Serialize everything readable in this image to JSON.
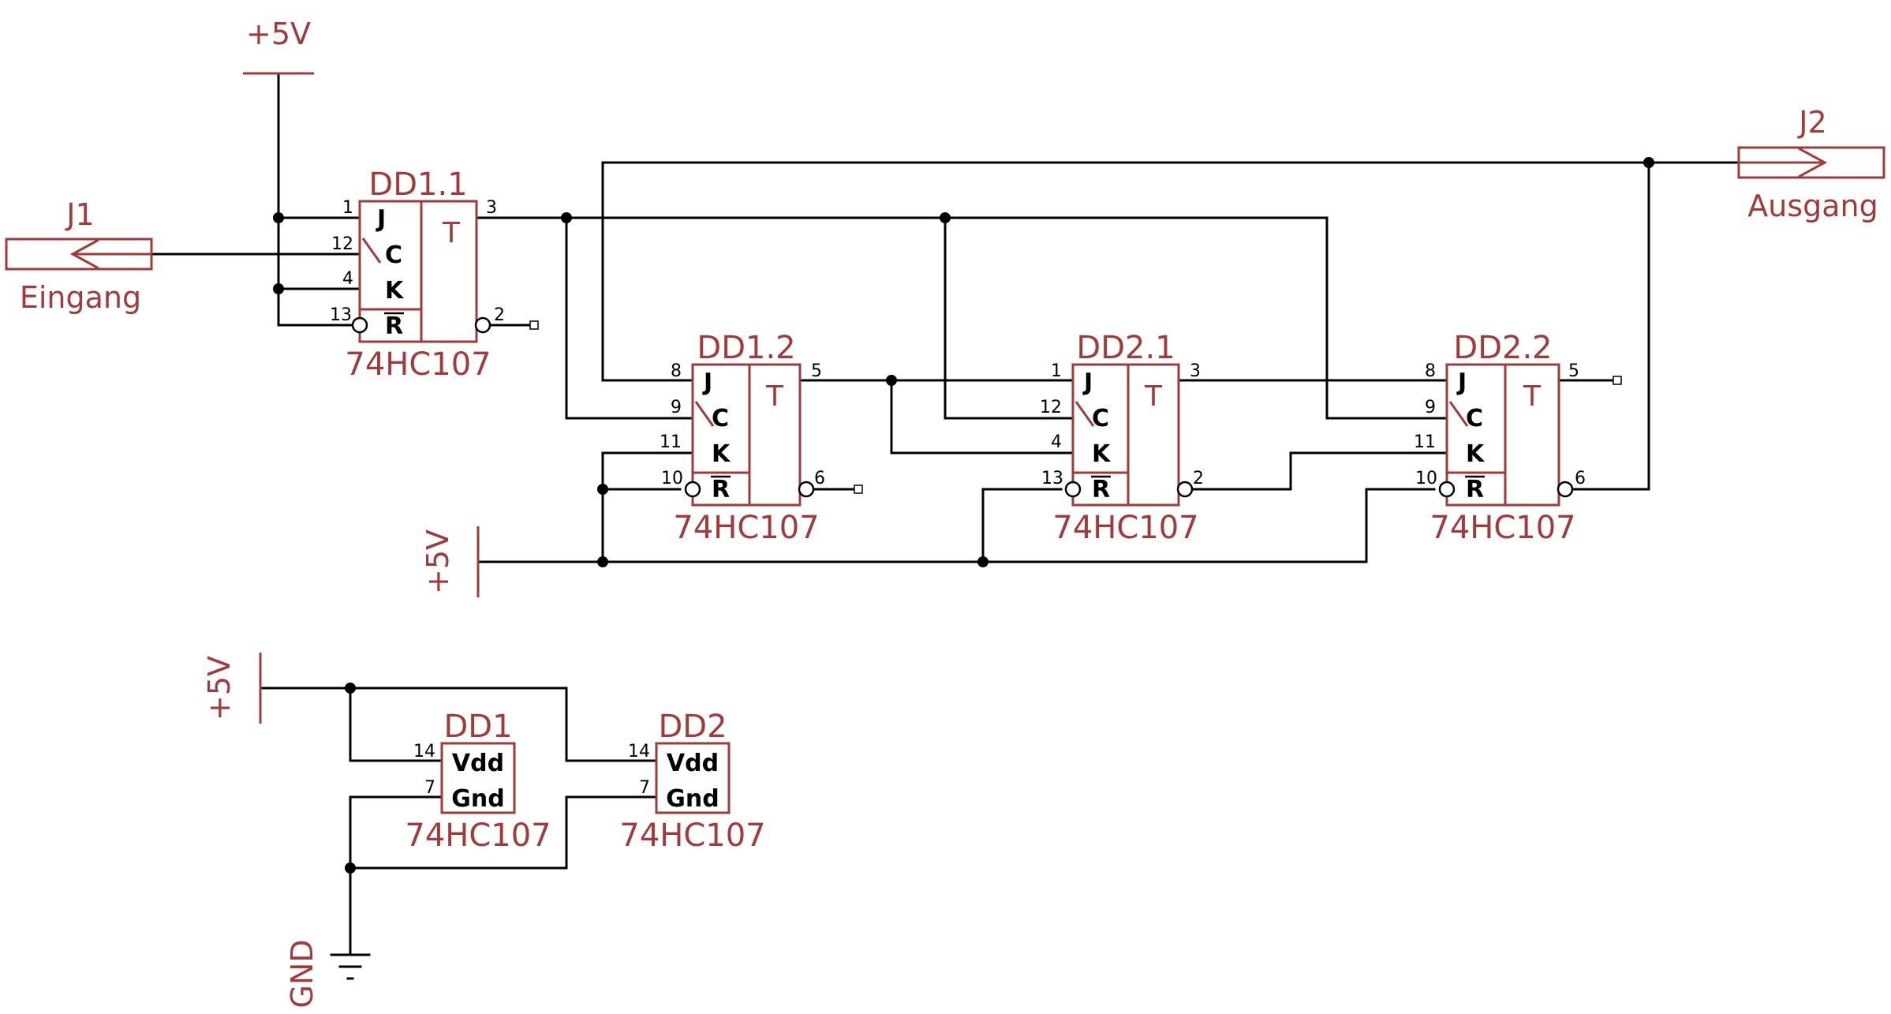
{
  "power": {
    "vcc_top": "+5V",
    "vcc_mid": "+5V",
    "vcc_bottom": "+5V",
    "ground": "GND"
  },
  "connectors": {
    "j1": {
      "ref": "J1",
      "label": "Eingang"
    },
    "j2": {
      "ref": "J2",
      "label": "Ausgang"
    }
  },
  "flipflops": [
    {
      "ref": "DD1.1",
      "part": "74HC107",
      "pin_j": "1",
      "pin_c": "12",
      "pin_k": "4",
      "pin_r": "13",
      "pin_q": "3",
      "pin_nq": "2"
    },
    {
      "ref": "DD1.2",
      "part": "74HC107",
      "pin_j": "8",
      "pin_c": "9",
      "pin_k": "11",
      "pin_r": "10",
      "pin_q": "5",
      "pin_nq": "6"
    },
    {
      "ref": "DD2.1",
      "part": "74HC107",
      "pin_j": "1",
      "pin_c": "12",
      "pin_k": "4",
      "pin_r": "13",
      "pin_q": "3",
      "pin_nq": "2"
    },
    {
      "ref": "DD2.2",
      "part": "74HC107",
      "pin_j": "8",
      "pin_c": "9",
      "pin_k": "11",
      "pin_r": "10",
      "pin_q": "5",
      "pin_nq": "6"
    }
  ],
  "ff_labels": {
    "j": "J",
    "c": "C",
    "k": "K",
    "r": "R",
    "t": "T"
  },
  "power_units": [
    {
      "ref": "DD1",
      "part": "74HC107",
      "vdd": "Vdd",
      "gnd": "Gnd",
      "pin_vdd": "14",
      "pin_gnd": "7"
    },
    {
      "ref": "DD2",
      "part": "74HC107",
      "vdd": "Vdd",
      "gnd": "Gnd",
      "pin_vdd": "14",
      "pin_gnd": "7"
    }
  ]
}
